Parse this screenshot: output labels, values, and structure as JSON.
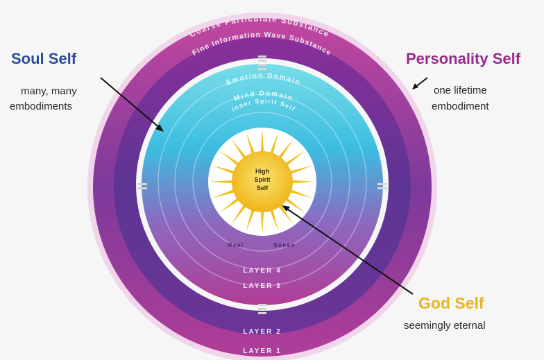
{
  "left_panel": {
    "title": "Soul Self",
    "line1": "many, many",
    "line2": "embodiments"
  },
  "right_panel": {
    "title": "Personality Self",
    "line1": "one lifetime",
    "line2": "embodiment"
  },
  "bottom_panel": {
    "title": "God Self",
    "line1": "seemingly eternal"
  },
  "rings": {
    "outer_top": "Coarse Particulate Substance",
    "second_top": "Fine Information Wave Substance",
    "inner_1": "Emotion Domain",
    "inner_2": "Mind Domain",
    "inner_3": "Inner Spirit Self",
    "layer_4": "LAYER 4",
    "layer_3": "LAYER 3",
    "layer_2": "LAYER 2",
    "layer_1": "LAYER 1",
    "inner_bottom_left": "Real",
    "inner_bottom_right": "Sense"
  },
  "core": {
    "line1": "High",
    "line2": "Spirit",
    "line3": "Self"
  },
  "colors": {
    "soul_title": "#2e4c9a",
    "personality_title": "#9c2a8c",
    "god_title": "#e8b520",
    "outer_ring": "#b03d98",
    "second_ring": "#6a3696",
    "cyan_top": "#5ad3e0",
    "violet_bottom": "#8a3ea0",
    "sun": "#f5c518"
  }
}
